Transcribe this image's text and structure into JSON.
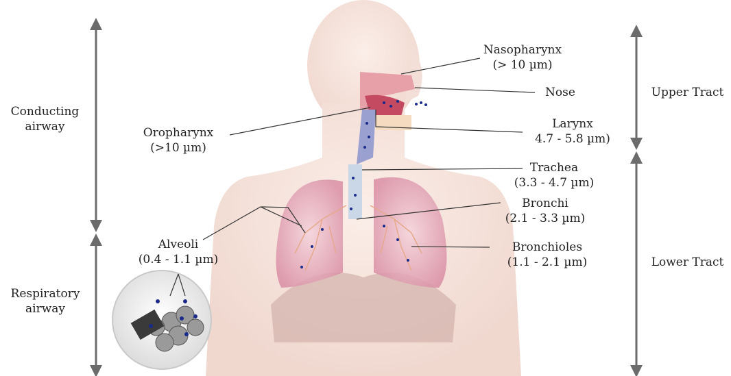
{
  "left_brackets": {
    "conducting": [
      "Conducting",
      "airway"
    ],
    "respiratory": [
      "Respiratory",
      "airway"
    ]
  },
  "right_brackets": {
    "upper": "Upper Tract",
    "lower": "Lower Tract"
  },
  "labels": {
    "nasopharynx": [
      "Nasopharynx",
      "(> 10 µm)"
    ],
    "nose": "Nose",
    "oropharynx": [
      "Oropharynx",
      "(>10 µm)"
    ],
    "larynx": [
      "Larynx",
      "4.7 - 5.8 µm)"
    ],
    "trachea": [
      "Trachea",
      "(3.3 - 4.7 µm)"
    ],
    "bronchi": [
      "Bronchi",
      "(2.1 - 3.3 µm)"
    ],
    "alveoli": [
      "Alveoli",
      "(0.4 - 1.1 µm)"
    ],
    "bronchioles": [
      "Bronchioles",
      "(1.1 - 2.1 µm)"
    ]
  },
  "colors": {
    "arrow": "#6b6b6b",
    "skin": "#f6e6df",
    "lung": "#e9b7c4",
    "particle": "#1a2a8a"
  }
}
